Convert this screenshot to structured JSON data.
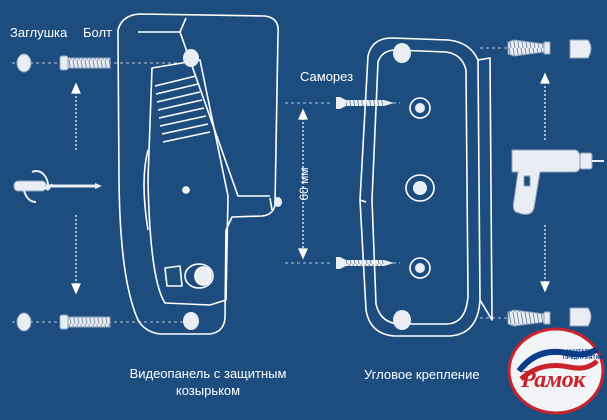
{
  "labels": {
    "plug": "Заглушка",
    "bolt": "Болт",
    "screw": "Саморез",
    "distance": "60 мм",
    "panel_caption_line1": "Видеопанель с защитным",
    "panel_caption_line2": "козырьком",
    "bracket_caption": "Угловое крепление"
  },
  "logo": {
    "small_line1": "УНИТАРНОЕ",
    "small_line2": "ПРЕДПРИЯТИЕ",
    "word": "Рамок"
  },
  "colors": {
    "background": "#1d4d7e",
    "line": "#ffffff",
    "logo_red": "#c8232c",
    "logo_blue": "#0c3d86"
  },
  "icons": [
    "screwdriver-icon",
    "rotation-arrows-icon",
    "drill-icon",
    "wall-anchor-icon",
    "plug-cap-icon",
    "bolt-icon",
    "screw-icon"
  ]
}
